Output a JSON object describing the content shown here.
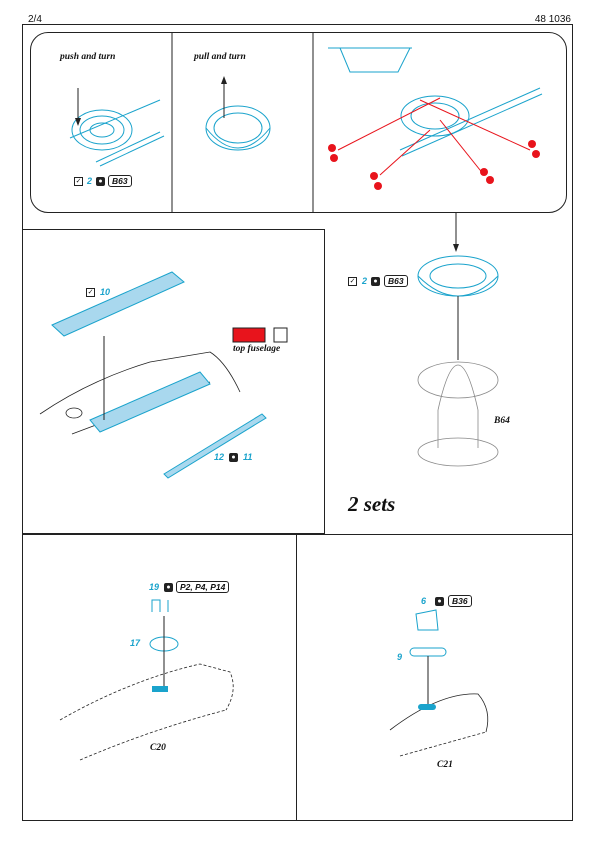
{
  "header": {
    "page": "2/4",
    "code": "48 1036"
  },
  "step_top": {
    "left_caption": "push and turn",
    "mid_caption": "pull and turn",
    "part_number": "2",
    "part_ref": "B63"
  },
  "step_fuselage": {
    "part_number_a": "10",
    "paint_caption": "top fuselage",
    "part_number_b": "12",
    "part_number_c": "11",
    "colors": {
      "red_paint": "#e8141c",
      "accent": "#1aa3cc"
    }
  },
  "step_right": {
    "part_number": "2",
    "part_ref": "B63",
    "component": "B64",
    "sets_note": "2 sets"
  },
  "step_c20": {
    "part_number_a": "19",
    "part_refs": "P2, P4, P14",
    "part_number_b": "17",
    "component": "C20"
  },
  "step_c21": {
    "part_number_a": "6",
    "part_ref": "B36",
    "part_number_b": "9",
    "component": "C21"
  }
}
